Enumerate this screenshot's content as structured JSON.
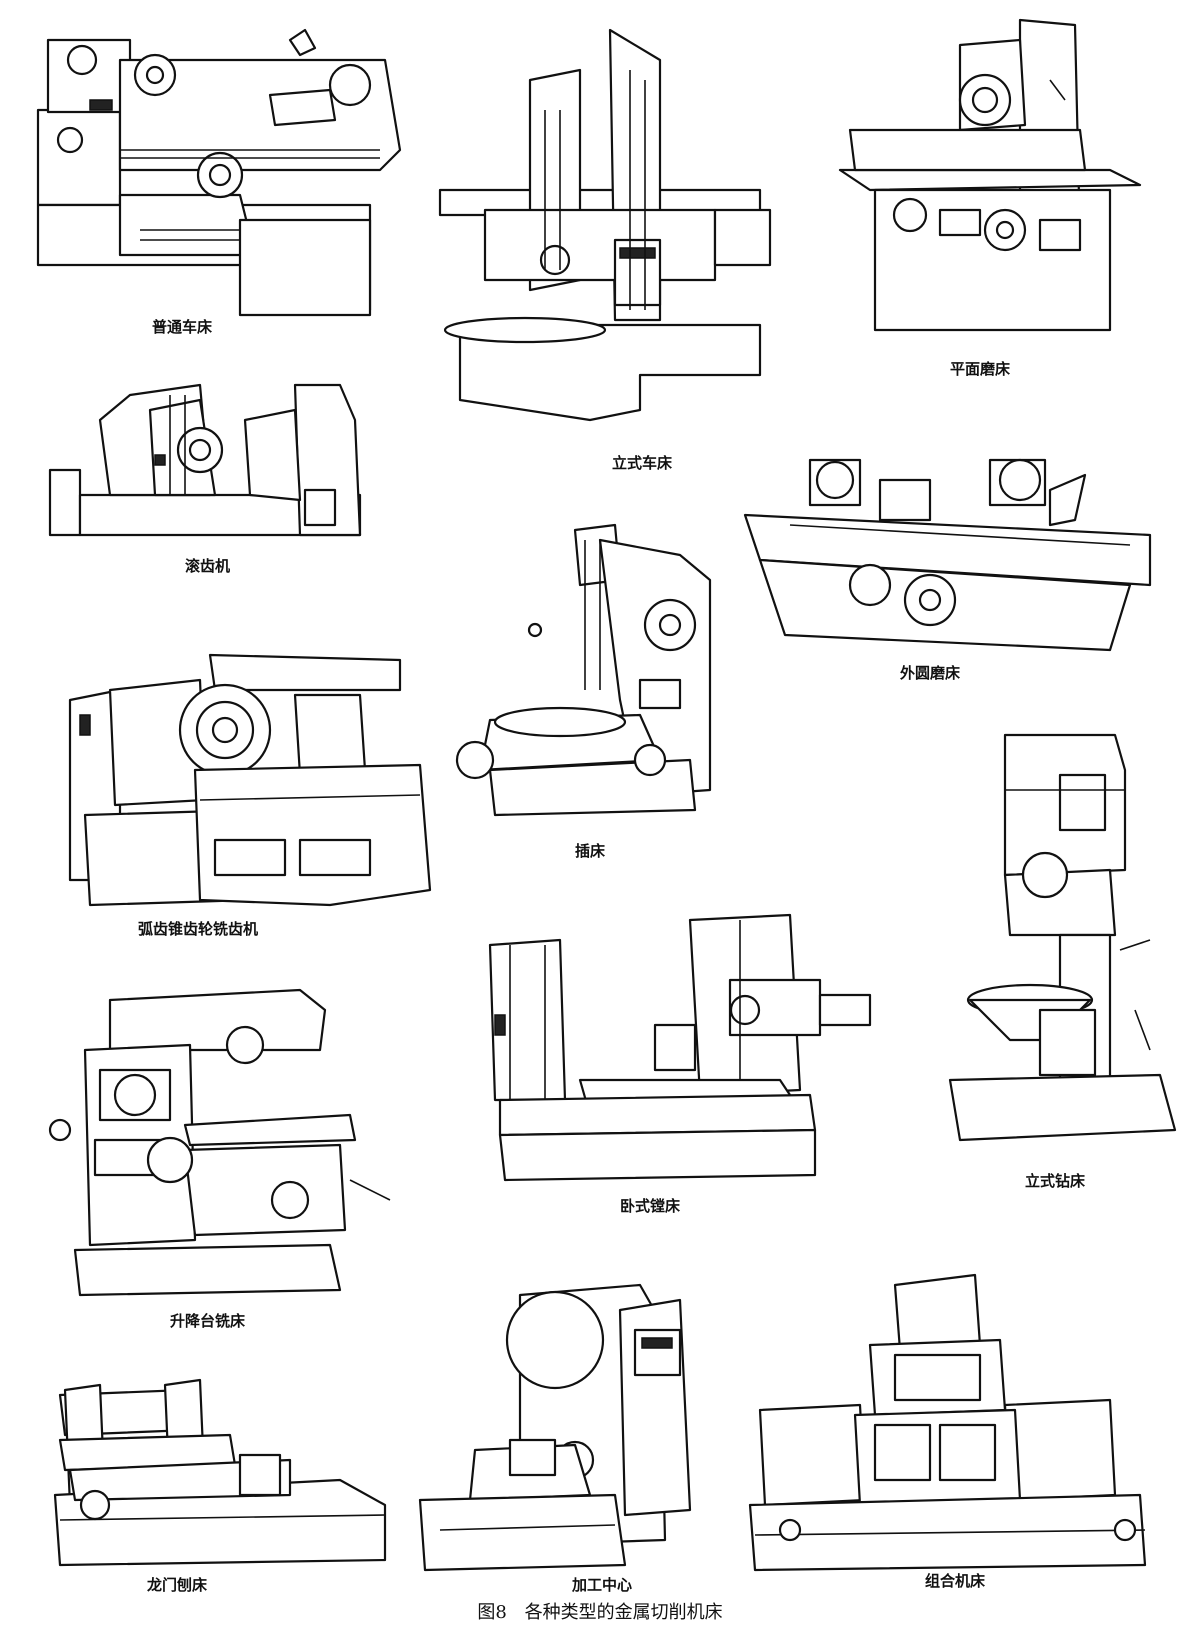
{
  "figure": {
    "number": "图8",
    "title": "各种类型的金属切削机床"
  },
  "machines": [
    {
      "label": "普通车床"
    },
    {
      "label": "立式车床"
    },
    {
      "label": "平面磨床"
    },
    {
      "label": "滚齿机"
    },
    {
      "label": "外圆磨床"
    },
    {
      "label": "插床"
    },
    {
      "label": "弧齿锥齿轮铣齿机"
    },
    {
      "label": "立式钻床"
    },
    {
      "label": "卧式镗床"
    },
    {
      "label": "升降台铣床"
    },
    {
      "label": "龙门刨床"
    },
    {
      "label": "加工中心"
    },
    {
      "label": "组合机床"
    }
  ]
}
